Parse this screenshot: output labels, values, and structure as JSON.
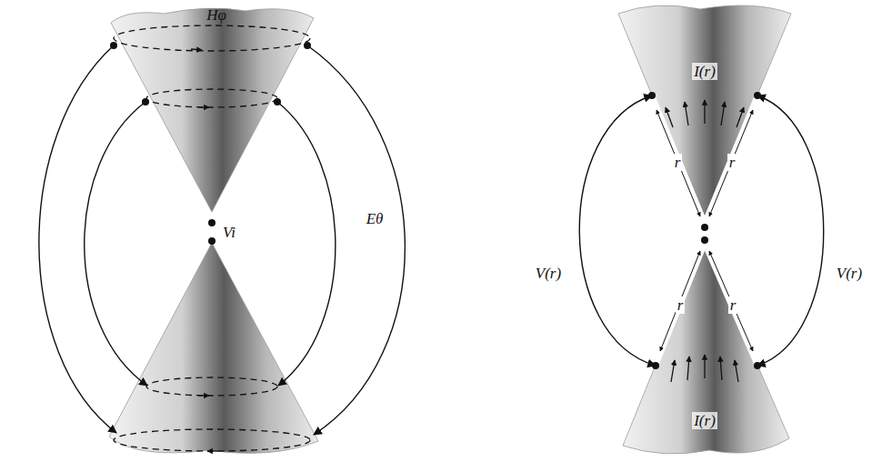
{
  "diagram": {
    "labels": [
      "Hφ",
      "Vi",
      "Eθ",
      "I(r)",
      "V(r)",
      "V(r)",
      "r",
      "r",
      "r",
      "r",
      "I(r)"
    ]
  }
}
